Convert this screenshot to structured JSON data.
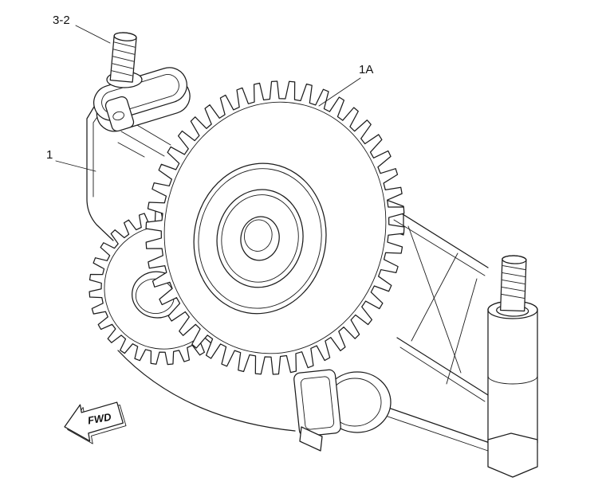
{
  "diagram": {
    "background_color": "#ffffff",
    "line_color": "#1c1c1c",
    "callouts": [
      {
        "text": "3-2"
      },
      {
        "text": "1A"
      },
      {
        "text": "1"
      }
    ],
    "fwd_label": "FWD"
  }
}
